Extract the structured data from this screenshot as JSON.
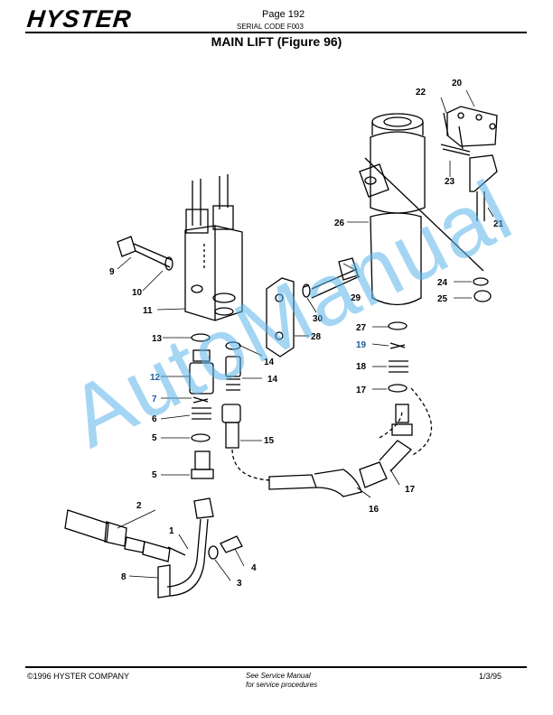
{
  "header": {
    "logo": "HYSTER",
    "page": "Page 192",
    "serial": "SERIAL CODE F003",
    "title": "MAIN LIFT (Figure 96)"
  },
  "callouts": {
    "c1": "1",
    "c2": "2",
    "c3": "3",
    "c4": "4",
    "c5a": "5",
    "c5b": "5",
    "c6": "6",
    "c7": "7",
    "c8": "8",
    "c9": "9",
    "c10": "10",
    "c11": "11",
    "c12": "12",
    "c13": "13",
    "c14a": "14",
    "c14b": "14",
    "c15": "15",
    "c16": "16",
    "c17a": "17",
    "c17b": "17",
    "c18": "18",
    "c19": "19",
    "c20": "20",
    "c21": "21",
    "c22": "22",
    "c23": "23",
    "c24": "24",
    "c25": "25",
    "c26": "26",
    "c27": "27",
    "c28": "28",
    "c29": "29",
    "c30": "30"
  },
  "watermark": "AutoManual",
  "footer": {
    "copyright": "©1996 HYSTER COMPANY",
    "note_line1": "See Service Manual",
    "note_line2": "for service procedures",
    "date": "1/3/95"
  },
  "colors": {
    "callout_blue": "#1a5b9c",
    "watermark": "#5ab4eb"
  }
}
